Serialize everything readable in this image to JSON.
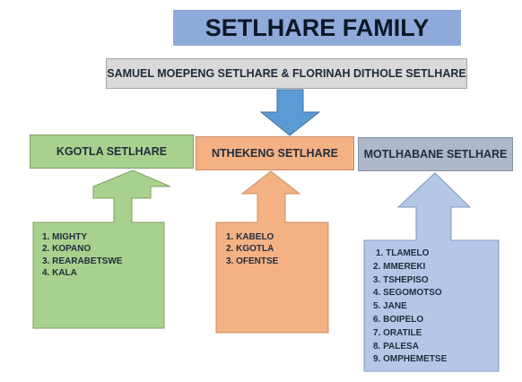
{
  "title": "SETLHARE FAMILY",
  "parents": "SAMUEL MOEPENG SETLHARE & FLORINAH DITHOLE SETLHARE",
  "colors": {
    "title_bg": "#8eaadb",
    "parents_bg": "#d9d9d9",
    "down_arrow": "#5b9bd5",
    "green": "#a9d18e",
    "orange": "#f4b183",
    "blue": "#adb9ca",
    "light_blue": "#b4c7e7"
  },
  "branches": [
    {
      "name": "KGOTLA SETLHARE",
      "children": [
        "1. MIGHTY",
        "2. KOPANO",
        "3. REARABETSWE",
        "4.  KALA"
      ]
    },
    {
      "name": "NTHEKENG SETLHARE",
      "children": [
        "1. KABELO",
        "2. KGOTLA",
        "3. OFENTSE"
      ]
    },
    {
      "name": "MOTLHABANE SETLHARE",
      "children": [
        "1. TLAMELO",
        "2. MMEREKI",
        "3. TSHEPISO",
        "4. SEGOMOTSO",
        "5. JANE",
        "6. BOIPELO",
        "7. ORATILE",
        "8. PALESA",
        "9. OMPHEMETSE"
      ]
    }
  ]
}
